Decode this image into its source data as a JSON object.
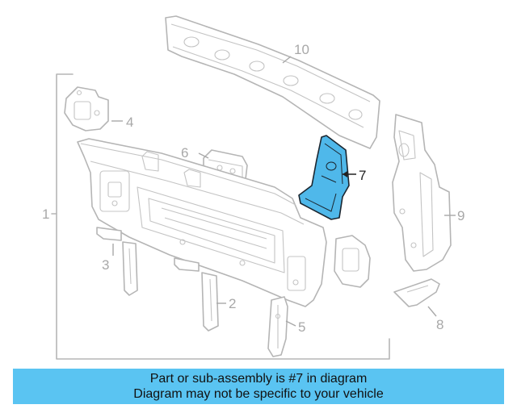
{
  "diagram": {
    "highlight_color": "#4fb8ea",
    "callouts": [
      {
        "id": "1",
        "label": "1"
      },
      {
        "id": "2",
        "label": "2"
      },
      {
        "id": "3",
        "label": "3"
      },
      {
        "id": "4",
        "label": "4"
      },
      {
        "id": "5",
        "label": "5"
      },
      {
        "id": "6",
        "label": "6"
      },
      {
        "id": "7",
        "label": "7",
        "highlighted": true
      },
      {
        "id": "8",
        "label": "8"
      },
      {
        "id": "9",
        "label": "9"
      },
      {
        "id": "10",
        "label": "10"
      }
    ]
  },
  "caption": {
    "line1": "Part or sub-assembly is #7 in diagram",
    "line2": "Diagram may not be specific to your vehicle",
    "background": "#5ac4f2"
  }
}
